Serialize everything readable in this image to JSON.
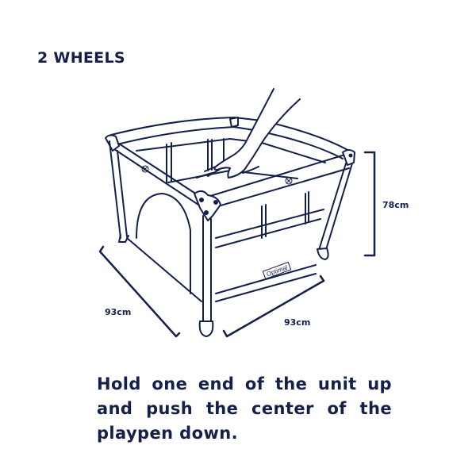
{
  "heading": "2 WHEELS",
  "illustration": {
    "subject": "playpen with hand pressing center",
    "brand_label": "Optimal",
    "line_color": "#13204a"
  },
  "dimensions": {
    "depth": "93cm",
    "width": "93cm",
    "height": "78cm"
  },
  "instruction": "Hold one end of the unit up and push the center of the playpen down."
}
